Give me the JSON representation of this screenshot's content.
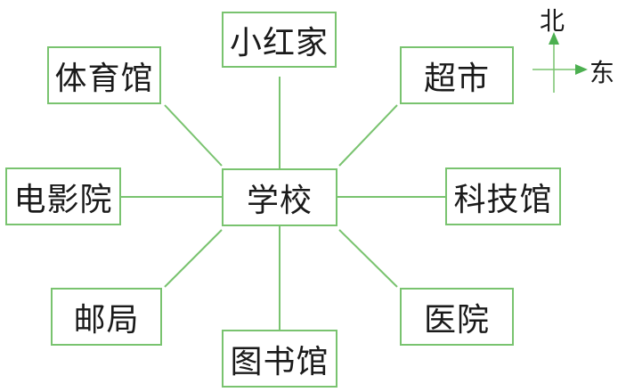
{
  "diagram": {
    "center": "学校",
    "north": "小红家",
    "northwest": "体育馆",
    "northeast": "超市",
    "west": "电影院",
    "east": "科技馆",
    "southwest": "邮局",
    "southeast": "医院",
    "south": "图书馆"
  },
  "compass": {
    "north": "北",
    "east": "东"
  },
  "colors": {
    "line": "#79c36f",
    "arrow": "#4caf50",
    "text": "#1a1a1a"
  }
}
